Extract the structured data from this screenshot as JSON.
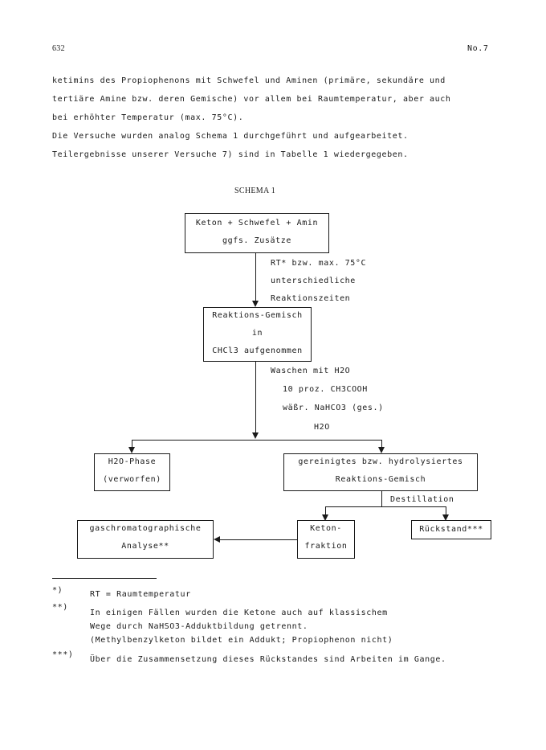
{
  "page_number": "632",
  "issue": "No.7",
  "body_lines": [
    "ketimins des Propiophenons mit Schwefel und Aminen (primäre, sekundäre und",
    "tertiäre Amine bzw. deren Gemische) vor allem bei Raumtemperatur, aber auch",
    "bei erhöhter Temperatur (max. 75°C).",
    "Die Versuche wurden analog Schema 1 durchgeführt und aufgearbeitet.",
    "Teilergebnisse unserer Versuche 7) sind in Tabelle 1 wiedergegeben."
  ],
  "schema": {
    "title": "SCHEMA 1",
    "box_start": [
      "Keton + Schwefel + Amin",
      "ggfs. Zusätze"
    ],
    "step1_labels": [
      "RT* bzw. max. 75°C",
      "unterschiedliche",
      "Reaktionszeiten"
    ],
    "box_mixture": [
      "Reaktions-Gemisch",
      "in",
      "CHCl3 aufgenommen"
    ],
    "step2_labels": [
      "Waschen mit H2O",
      "10 proz. CH3COOH",
      "wäßr. NaHCO3 (ges.)",
      "H2O"
    ],
    "box_water": [
      "H2O-Phase",
      "(verworfen)"
    ],
    "box_purified": [
      "gereinigtes bzw. hydrolysiertes",
      "Reaktions-Gemisch"
    ],
    "distillation_label": "Destillation",
    "box_analysis": [
      "gaschromatographische",
      "Analyse**"
    ],
    "box_fraction": [
      "Keton-",
      "fraktion"
    ],
    "box_residue": "Rückstand***"
  },
  "footnotes": [
    {
      "mark": "*)",
      "lines": [
        "RT = Raumtemperatur"
      ]
    },
    {
      "mark": "**)",
      "lines": [
        "In einigen Fällen wurden die Ketone auch auf klassischem",
        "Wege durch NaHSO3-Adduktbildung getrennt.",
        "(Methylbenzylketon bildet ein Addukt; Propiophenon nicht)"
      ]
    },
    {
      "mark": "***)",
      "lines": [
        "Über die Zusammensetzung dieses Rückstandes sind Arbeiten im Gange."
      ]
    }
  ]
}
